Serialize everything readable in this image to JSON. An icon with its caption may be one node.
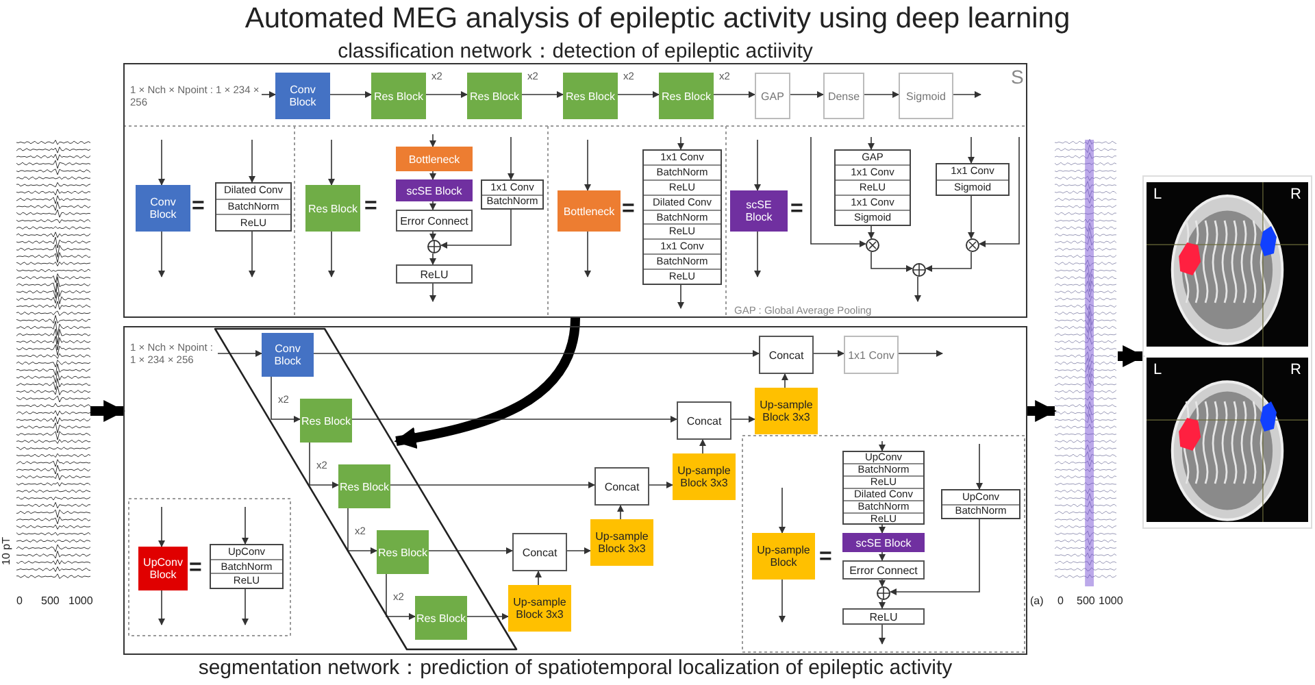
{
  "diagram": {
    "title": "Automated MEG analysis of epileptic activity using deep learning",
    "nodes": [
      {
        "text": [],
        "shape": "picture"
      },
      {
        "text": [
          "classification network：detection of epileptic actiivity"
        ]
      },
      {
        "text": [
          "1 × Nch × Npoint : 1 × 234 × 256"
        ],
        "in": 1
      },
      {
        "text": [
          "Conv Block"
        ],
        "in": 1
      },
      {
        "text": [
          "Res Block"
        ],
        "in": 1,
        "beside": [
          "x2"
        ]
      },
      {
        "text": [
          "Res Block"
        ],
        "in": 1,
        "beside": [
          "x2"
        ]
      },
      {
        "text": [
          "Res Block"
        ],
        "in": 1,
        "beside": [
          "x2"
        ]
      },
      {
        "text": [
          "Res Block"
        ],
        "in": 1,
        "beside": [
          "x2"
        ]
      },
      {
        "text": [
          "GAP"
        ],
        "in": 1
      },
      {
        "text": [
          "Dense"
        ],
        "in": 1
      },
      {
        "text": [
          "Sigmoid"
        ],
        "in": 1
      },
      {
        "text": [
          "Conv Block"
        ],
        "in": 1
      },
      {
        "text": [
          "Dilated Conv",
          "BatchNorm",
          "ReLU"
        ],
        "in": 1
      },
      {
        "text": [
          "Res Block"
        ],
        "in": 1
      },
      {
        "text": [
          "Bottleneck"
        ],
        "in": 1
      },
      {
        "text": [
          "scSE Block"
        ],
        "in": 1
      },
      {
        "text": [
          "Error Connect"
        ],
        "in": 1
      },
      {
        "text": [
          "1x1 Conv",
          "BatchNorm"
        ],
        "in": 1
      },
      {
        "text": [],
        "shape": "circle",
        "in": 1
      },
      {
        "text": [
          "ReLU"
        ],
        "in": 1
      },
      {
        "text": [
          "Bottleneck"
        ],
        "in": 1
      },
      {
        "text": [
          "1x1 Conv",
          "BatchNorm",
          "ReLU",
          "Dilated Conv",
          "BatchNorm",
          "ReLU",
          "1x1 Conv",
          "BatchNorm",
          "ReLU"
        ],
        "in": 1
      },
      {
        "text": [
          "scSE Block"
        ],
        "in": 1
      },
      {
        "text": [
          "GAP",
          "1x1 Conv",
          "ReLU",
          "1x1 Conv",
          "Sigmoid"
        ],
        "in": 1
      },
      {
        "text": [
          "1x1 Conv",
          "Sigmoid"
        ],
        "in": 1
      },
      {
        "text": [],
        "shape": "circle",
        "in": 1
      },
      {
        "text": [],
        "shape": "circle",
        "in": 1
      },
      {
        "text": [],
        "shape": "circle",
        "in": 1
      },
      {
        "text": [
          "segmentation network：prediction of spatiotemporal localization of epileptic activity"
        ]
      },
      {
        "text": [
          "1 × Nch × Npoint : 1 × 234 × 256"
        ],
        "in": 28
      },
      {
        "text": [],
        "shape": "box",
        "in": 28
      },
      {
        "text": [
          "Conv Block"
        ],
        "in": 30
      },
      {
        "text": [
          "Res Block"
        ],
        "in": 30,
        "beside": [
          "x2"
        ]
      },
      {
        "text": [
          "Res Block"
        ],
        "in": 30,
        "beside": [
          "x2"
        ]
      },
      {
        "text": [
          "Res Block"
        ],
        "in": 30,
        "beside": [
          "x2"
        ]
      },
      {
        "text": [
          "Res Block"
        ],
        "in": 30,
        "beside": [
          "x2"
        ]
      },
      {
        "text": [
          "Concat"
        ],
        "in": 28
      },
      {
        "text": [
          "Concat"
        ],
        "in": 28
      },
      {
        "text": [
          "Concat"
        ],
        "in": 28
      },
      {
        "text": [
          "Concat"
        ],
        "in": 28
      },
      {
        "text": [
          "Up-sample Block 3x3"
        ],
        "in": 28
      },
      {
        "text": [
          "Up-sample Block 3x3"
        ],
        "in": 28
      },
      {
        "text": [
          "Up-sample Block 3x3"
        ],
        "in": 28
      },
      {
        "text": [
          "Up-sample Block 3x3"
        ],
        "in": 28
      },
      {
        "text": [
          "1x1 Conv"
        ],
        "in": 28
      },
      {
        "text": [
          "UpConv Block"
        ],
        "in": 28
      },
      {
        "text": [
          "UpConv",
          "BatchNorm",
          "ReLU"
        ],
        "in": 28
      },
      {
        "text": [
          "Up-sample Block"
        ],
        "in": 28
      },
      {
        "text": [
          "UpConv",
          "BatchNorm",
          "ReLU",
          "Dilated Conv",
          "BatchNorm",
          "ReLU"
        ],
        "in": 28
      },
      {
        "text": [
          "scSE Block"
        ],
        "in": 28
      },
      {
        "text": [
          "Error Connect"
        ],
        "in": 28
      },
      {
        "text": [
          "UpConv",
          "BatchNorm"
        ],
        "in": 28
      },
      {
        "text": [],
        "shape": "circle",
        "in": 28
      },
      {
        "text": [
          "ReLU"
        ],
        "in": 28
      },
      {
        "text": [],
        "shape": "picture"
      },
      {
        "text": [],
        "shape": "box"
      },
      {
        "text": [],
        "shape": "picture",
        "in": 55
      },
      {
        "text": [],
        "shape": "picture",
        "in": 55
      }
    ],
    "edges": [
      {
        "from": 2,
        "to": 3,
        "arrow": "to"
      },
      {
        "from": 3,
        "to": 4,
        "arrow": "to"
      },
      {
        "from": 4,
        "to": 5,
        "arrow": "to"
      },
      {
        "from": 5,
        "to": 6,
        "arrow": "to"
      },
      {
        "from": 6,
        "to": 7,
        "arrow": "to"
      },
      {
        "from": 7,
        "to": 8,
        "arrow": "to"
      },
      {
        "from": 8,
        "to": 9,
        "arrow": "to"
      },
      {
        "from": 9,
        "to": 10,
        "arrow": "to"
      },
      {
        "from": 10,
        "to": null,
        "arrow": "to"
      },
      {
        "from": null,
        "to": 11,
        "arrow": "to"
      },
      {
        "from": 11,
        "to": null,
        "arrow": "to"
      },
      {
        "from": null,
        "to": 12,
        "arrow": "to"
      },
      {
        "from": 12,
        "to": null,
        "arrow": "to"
      },
      {
        "from": null,
        "to": 13,
        "arrow": "to"
      },
      {
        "from": 13,
        "to": null,
        "arrow": "to"
      },
      {
        "from": null,
        "to": 14,
        "arrow": "to"
      },
      {
        "from": null,
        "to": 17,
        "arrow": "to"
      },
      {
        "from": 14,
        "to": 15,
        "arrow": "to"
      },
      {
        "from": 15,
        "to": 16,
        "arrow": "to"
      },
      {
        "from": 16,
        "to": 18,
        "arrow": "to"
      },
      {
        "from": 17,
        "to": 18,
        "arrow": "to"
      },
      {
        "from": 18,
        "to": 19,
        "arrow": "to"
      },
      {
        "from": 19,
        "to": null,
        "arrow": "to"
      },
      {
        "from": null,
        "to": 20,
        "arrow": "to"
      },
      {
        "from": 20,
        "to": null,
        "arrow": "to"
      },
      {
        "from": null,
        "to": 21,
        "arrow": "to"
      },
      {
        "from": 21,
        "to": null,
        "arrow": "to"
      },
      {
        "from": null,
        "to": 22,
        "arrow": "to"
      },
      {
        "from": 22,
        "to": null,
        "arrow": "to"
      },
      {
        "from": null,
        "to": 23,
        "arrow": "to"
      },
      {
        "from": null,
        "to": 24,
        "arrow": "to"
      },
      {
        "from": null,
        "to": 25,
        "arrow": "to"
      },
      {
        "from": null,
        "to": 26,
        "arrow": "to"
      },
      {
        "from": 23,
        "to": 25,
        "arrow": "to"
      },
      {
        "from": 24,
        "to": 26,
        "arrow": "to"
      },
      {
        "from": 25,
        "to": 27,
        "arrow": "to"
      },
      {
        "from": 26,
        "to": 27,
        "arrow": "to"
      },
      {
        "from": 27,
        "to": null,
        "arrow": "to"
      },
      {
        "from": 0,
        "to": 28,
        "arrow": "to",
        "style": "thick"
      },
      {
        "from": 1,
        "to": 30,
        "arrow": "to",
        "style": "thick"
      },
      {
        "from": 29,
        "to": 31,
        "arrow": "to"
      },
      {
        "from": 31,
        "to": 36,
        "arrow": "to"
      },
      {
        "from": 31,
        "to": 32,
        "arrow": "to"
      },
      {
        "from": 32,
        "to": 33,
        "arrow": "to"
      },
      {
        "from": 33,
        "to": 34,
        "arrow": "to"
      },
      {
        "from": 34,
        "to": 35,
        "arrow": "to"
      },
      {
        "from": 32,
        "to": 37,
        "arrow": "to"
      },
      {
        "from": 33,
        "to": 38,
        "arrow": "to"
      },
      {
        "from": 34,
        "to": 39,
        "arrow": "to"
      },
      {
        "from": 35,
        "to": 43,
        "arrow": "to"
      },
      {
        "from": 43,
        "to": 39,
        "arrow": "to"
      },
      {
        "from": 39,
        "to": 42,
        "arrow": "to"
      },
      {
        "from": 42,
        "to": 38,
        "arrow": "to"
      },
      {
        "from": 38,
        "to": 41,
        "arrow": "to"
      },
      {
        "from": 41,
        "to": 37,
        "arrow": "to"
      },
      {
        "from": 37,
        "to": 40,
        "arrow": "to"
      },
      {
        "from": 40,
        "to": 36,
        "arrow": "to"
      },
      {
        "from": 36,
        "to": 44,
        "arrow": "to"
      },
      {
        "from": 44,
        "to": null,
        "arrow": "to"
      },
      {
        "from": null,
        "to": 45,
        "arrow": "to"
      },
      {
        "from": 45,
        "to": null,
        "arrow": "to"
      },
      {
        "from": null,
        "to": 46,
        "arrow": "to"
      },
      {
        "from": 46,
        "to": null,
        "arrow": "to"
      },
      {
        "from": null,
        "to": 47,
        "arrow": "to"
      },
      {
        "from": 47,
        "to": null,
        "arrow": "to"
      },
      {
        "from": null,
        "to": 48,
        "arrow": "to"
      },
      {
        "from": null,
        "to": 51,
        "arrow": "to"
      },
      {
        "from": 48,
        "to": 49,
        "arrow": "to"
      },
      {
        "from": 49,
        "to": 50,
        "arrow": "to"
      },
      {
        "from": 50,
        "to": 52,
        "arrow": "to"
      },
      {
        "from": 51,
        "to": 52,
        "arrow": "to"
      },
      {
        "from": 52,
        "to": 53,
        "arrow": "to"
      },
      {
        "from": 53,
        "to": null,
        "arrow": "to"
      },
      {
        "from": 28,
        "to": 54,
        "arrow": "to",
        "style": "thick"
      },
      {
        "from": 54,
        "to": 55,
        "arrow": "to",
        "style": "thick"
      }
    ],
    "labels": [
      "S",
      "=",
      "=",
      "=",
      "=",
      "GAP : Global Average Pooling",
      "=",
      "=",
      "10 pT",
      "0",
      "500",
      "1000",
      "(a)",
      "0",
      "500",
      "1000",
      "L",
      "R",
      "L",
      "R"
    ]
  }
}
